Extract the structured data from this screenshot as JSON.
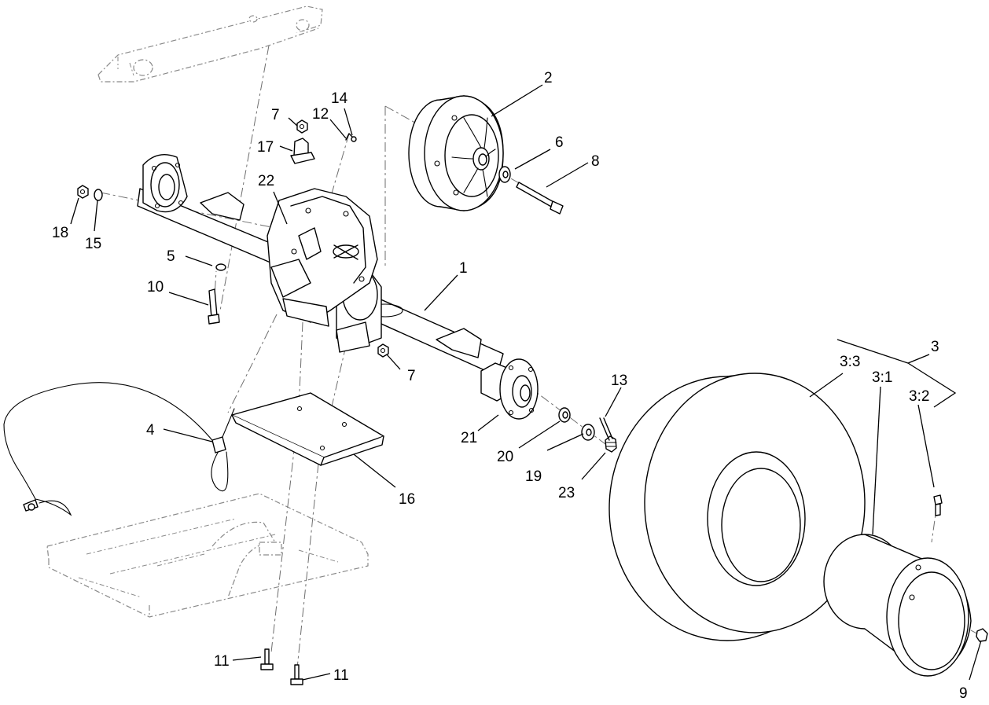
{
  "callouts": {
    "c1": "1",
    "c2": "2",
    "c3": "3",
    "c3_1": "3:1",
    "c3_2": "3:2",
    "c3_3": "3:3",
    "c4": "4",
    "c5": "5",
    "c6": "6",
    "c7a": "7",
    "c7b": "7",
    "c8": "8",
    "c9": "9",
    "c10": "10",
    "c11a": "11",
    "c11b": "11",
    "c12": "12",
    "c13": "13",
    "c14": "14",
    "c15": "15",
    "c16": "16",
    "c17": "17",
    "c18": "18",
    "c19": "19",
    "c20": "20",
    "c21": "21",
    "c22": "22",
    "c23": "23"
  }
}
